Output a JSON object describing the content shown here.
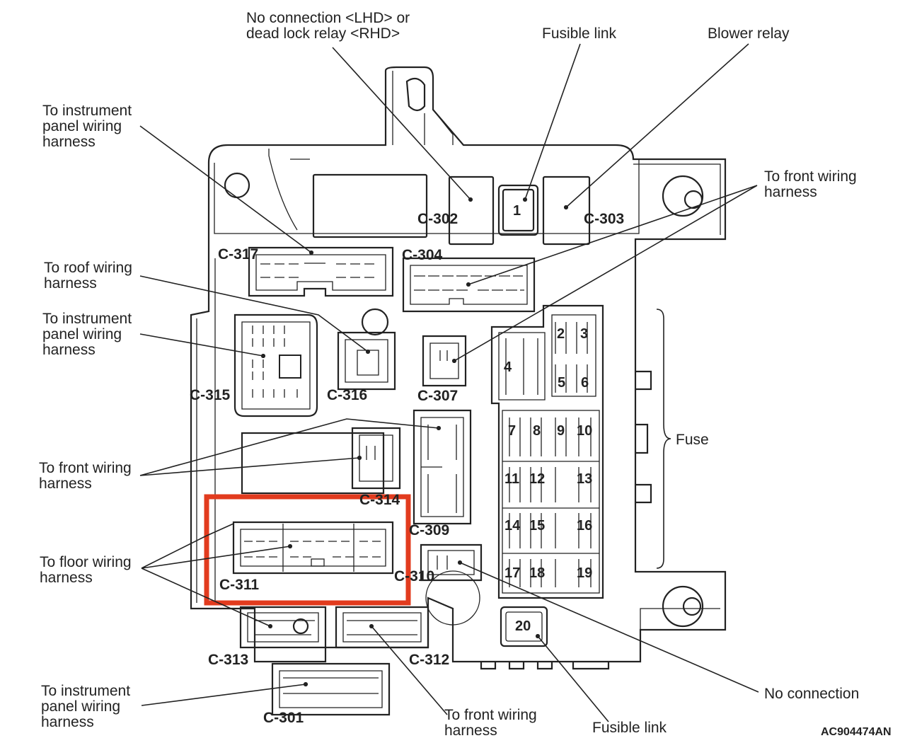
{
  "figure_id": "AC904474AN",
  "callouts": {
    "top_relay": [
      "No connection <LHD> or",
      "dead lock relay <RHD>"
    ],
    "fusible_link_top": [
      "Fusible link"
    ],
    "blower_relay": [
      "Blower relay"
    ],
    "inst_panel_1": [
      "To instrument",
      "panel wiring",
      "harness"
    ],
    "front_1": [
      "To front wiring",
      "harness"
    ],
    "roof": [
      "To roof wiring",
      "harness"
    ],
    "inst_panel_2": [
      "To instrument",
      "panel wiring",
      "harness"
    ],
    "fuse": [
      "Fuse"
    ],
    "front_2": [
      "To front wiring",
      "harness"
    ],
    "floor": [
      "To floor wiring",
      "harness"
    ],
    "inst_panel_3": [
      "To instrument",
      "panel wiring",
      "harness"
    ],
    "front_3": [
      "To front wiring",
      "harness"
    ],
    "fusible_link_bottom": [
      "Fusible link"
    ],
    "no_connection": [
      "No connection"
    ]
  },
  "connectors": {
    "c302": "C-302",
    "c303": "C-303",
    "c317": "C-317",
    "c304": "C-304",
    "c315": "C-315",
    "c316": "C-316",
    "c307": "C-307",
    "c309": "C-309",
    "c310": "C-310",
    "c311": "C-311",
    "c313": "C-313",
    "c312": "C-312",
    "c301": "C-301",
    "c314_partial": "C-314"
  },
  "fuse_numbers": [
    "1",
    "2",
    "3",
    "4",
    "5",
    "6",
    "7",
    "8",
    "9",
    "10",
    "11",
    "12",
    "13",
    "14",
    "15",
    "16",
    "17",
    "18",
    "19",
    "20"
  ],
  "highlight": {
    "color": "#e23b1e",
    "target": "C-311"
  }
}
